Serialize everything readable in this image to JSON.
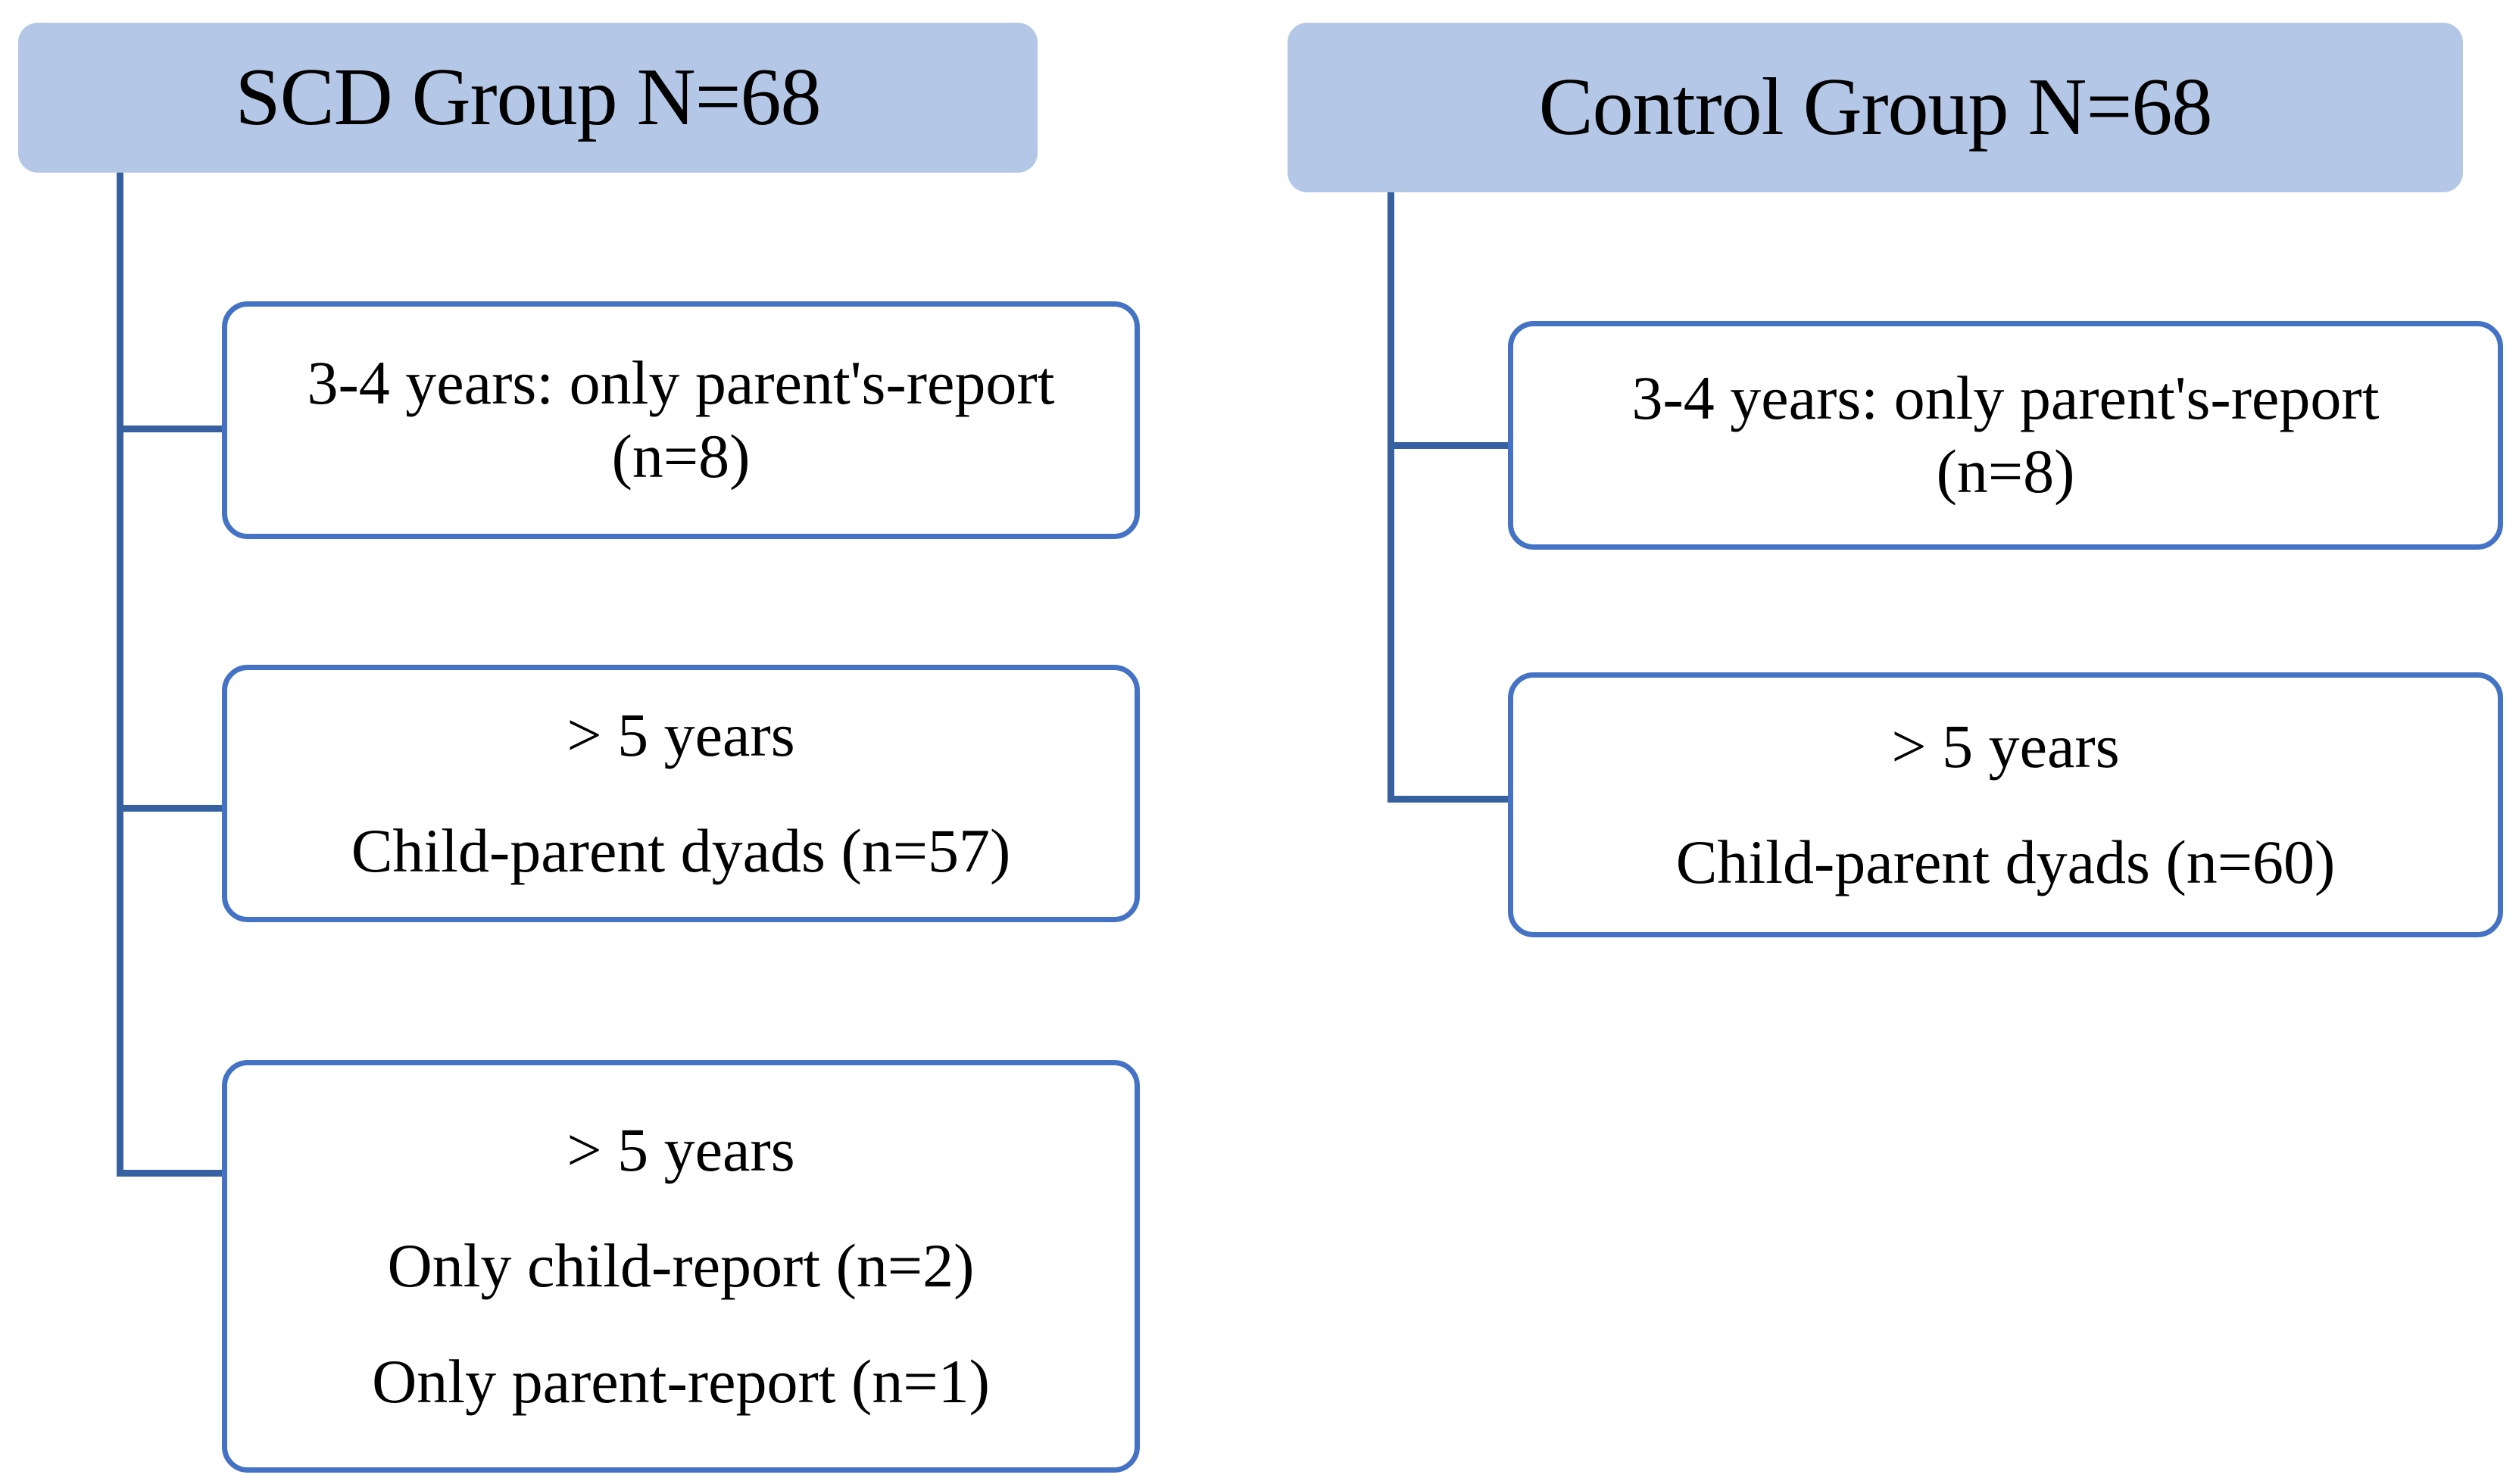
{
  "figure": {
    "type": "flowchart",
    "orientation": "two-column-tree",
    "accent_header_fill": "#b4c7e7",
    "accent_box_border": "#4472c4",
    "accent_connector": "#36609f",
    "text_color": "#000000",
    "background": "#ffffff"
  },
  "columns": [
    {
      "id": "scd",
      "header": {
        "label": "SCD Group N=68",
        "group_name": "SCD Group",
        "n_total": 68
      },
      "nodes": [
        {
          "id": "scd-3-4-years",
          "lines": [
            "3-4 years: only parent's-report",
            "(n=8)"
          ],
          "age_band": "3-4 years",
          "n": 8
        },
        {
          "id": "scd-over-5-dyads",
          "lines": [
            "> 5 years",
            "Child-parent dyads (n=57)"
          ],
          "age_band": "> 5 years",
          "n": 57
        },
        {
          "id": "scd-over-5-partial",
          "lines": [
            "> 5 years",
            "Only child-report (n=2)",
            "Only parent-report (n=1)"
          ],
          "age_band": "> 5 years",
          "n_child_only": 2,
          "n_parent_only": 1
        }
      ]
    },
    {
      "id": "control",
      "header": {
        "label": "Control Group N=68",
        "group_name": "Control Group",
        "n_total": 68
      },
      "nodes": [
        {
          "id": "control-3-4-years",
          "lines": [
            "3-4 years: only parent's-report",
            "(n=8)"
          ],
          "age_band": "3-4 years",
          "n": 8
        },
        {
          "id": "control-over-5-dyads",
          "lines": [
            "> 5 years",
            "Child-parent dyads (n=60)"
          ],
          "age_band": "> 5 years",
          "n": 60
        }
      ]
    }
  ]
}
